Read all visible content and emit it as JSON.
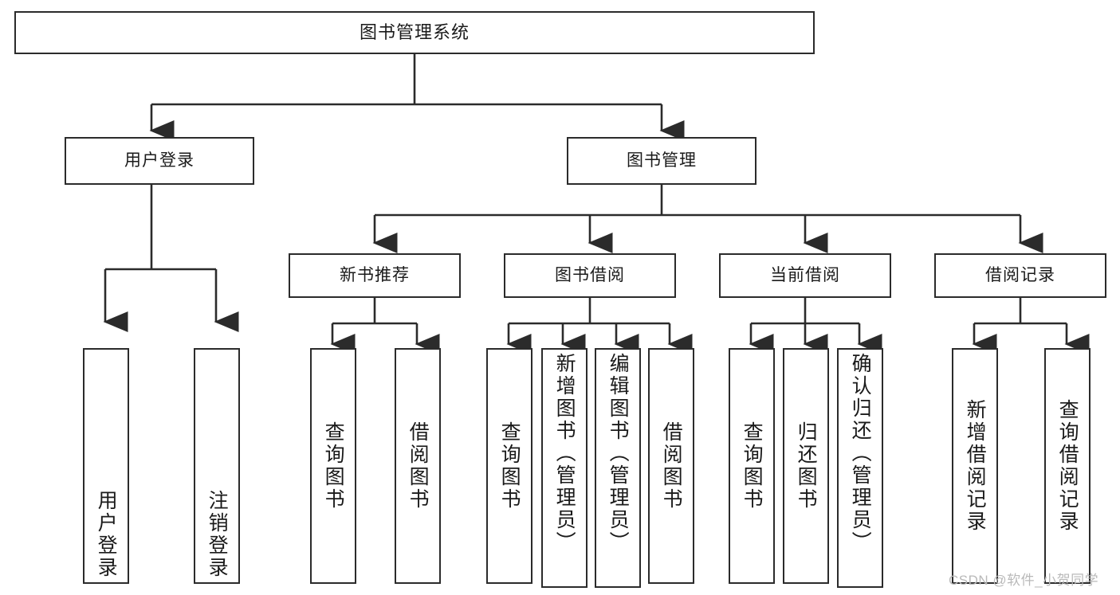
{
  "diagram": {
    "title": "图书管理系统",
    "type": "tree-hierarchy",
    "root": {
      "id": "root",
      "label": "图书管理系统"
    },
    "level1": [
      {
        "id": "user-login",
        "label": "用户登录"
      },
      {
        "id": "book-manage",
        "label": "图书管理"
      }
    ],
    "level2": [
      {
        "id": "new-book-recommend",
        "label": "新书推荐",
        "parent": "book-manage"
      },
      {
        "id": "book-borrow",
        "label": "图书借阅",
        "parent": "book-manage"
      },
      {
        "id": "current-borrow",
        "label": "当前借阅",
        "parent": "book-manage"
      },
      {
        "id": "borrow-record",
        "label": "借阅记录",
        "parent": "book-manage"
      }
    ],
    "leaves": {
      "user-login": [
        {
          "id": "leaf-user-login",
          "label": "用户登录"
        },
        {
          "id": "leaf-logout",
          "label": "注销登录"
        }
      ],
      "new-book-recommend": [
        {
          "id": "leaf-query-book-1",
          "label": "查询图书"
        },
        {
          "id": "leaf-borrow-book-1",
          "label": "借阅图书"
        }
      ],
      "book-borrow": [
        {
          "id": "leaf-query-book-2",
          "label": "查询图书"
        },
        {
          "id": "leaf-add-book",
          "label": "新增图书（管理员）"
        },
        {
          "id": "leaf-edit-book",
          "label": "编辑图书（管理员）"
        },
        {
          "id": "leaf-borrow-book-2",
          "label": "借阅图书"
        }
      ],
      "current-borrow": [
        {
          "id": "leaf-query-book-3",
          "label": "查询图书"
        },
        {
          "id": "leaf-return-book",
          "label": "归还图书"
        },
        {
          "id": "leaf-confirm-return",
          "label": "确认归还（管理员）"
        }
      ],
      "borrow-record": [
        {
          "id": "leaf-add-record",
          "label": "新增借阅记录"
        },
        {
          "id": "leaf-query-record",
          "label": "查询借阅记录"
        }
      ]
    }
  },
  "watermark": {
    "text": "CSDN @软件_小贺同学"
  },
  "colors": {
    "stroke": "#2b2b2b",
    "background": "#ffffff",
    "text": "#1a1a1a",
    "watermark": "#b9b9b9"
  }
}
